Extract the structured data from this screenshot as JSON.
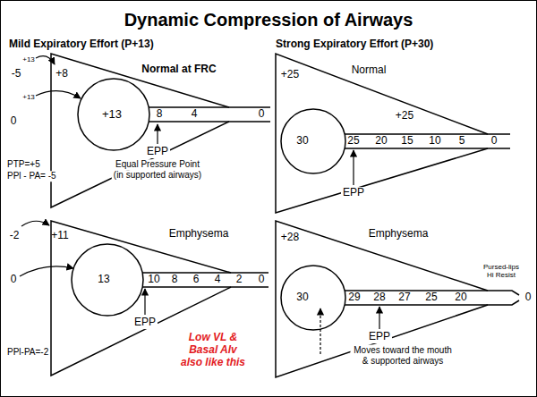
{
  "diagram": {
    "title": "Dynamic Compression of Airways",
    "nodes": [
      {
        "text": [
          "+8",
          "Normal at FRC"
        ]
      },
      {
        "text": [
          "+13"
        ],
        "in": 0
      },
      {
        "text": [
          "+25",
          "Normal",
          "+25"
        ]
      },
      {
        "text": [
          "30"
        ],
        "in": 2
      },
      {
        "text": [
          "+11",
          "Emphysema"
        ]
      },
      {
        "text": [
          "13"
        ],
        "in": 4
      },
      {
        "text": [
          "+28",
          "Emphysema"
        ]
      },
      {
        "text": [
          "30"
        ],
        "in": 6
      }
    ],
    "labels": [
      "Mild Expiratory Effort (P+13)",
      "Strong Expiratory Effort (P+30)",
      "+13",
      "-5",
      "+13",
      "0",
      "8",
      "4",
      "0",
      "EPP",
      "Equal Pressure Point",
      "(in supported airways)",
      "PTP=+5",
      "PPl - PA= -5",
      "25",
      "20",
      "15",
      "10",
      "5",
      "0",
      "EPP",
      "-2",
      "0",
      "10",
      "8",
      "6",
      "4",
      "2",
      "0",
      "EPP",
      "PPl-PA=-2",
      "Low VL & Basal Alv also like this",
      "Pursed-lips Hi Resist",
      "29",
      "28",
      "27",
      "25",
      "20",
      "0",
      "EPP",
      "Moves toward the mouth & supported airways"
    ]
  }
}
